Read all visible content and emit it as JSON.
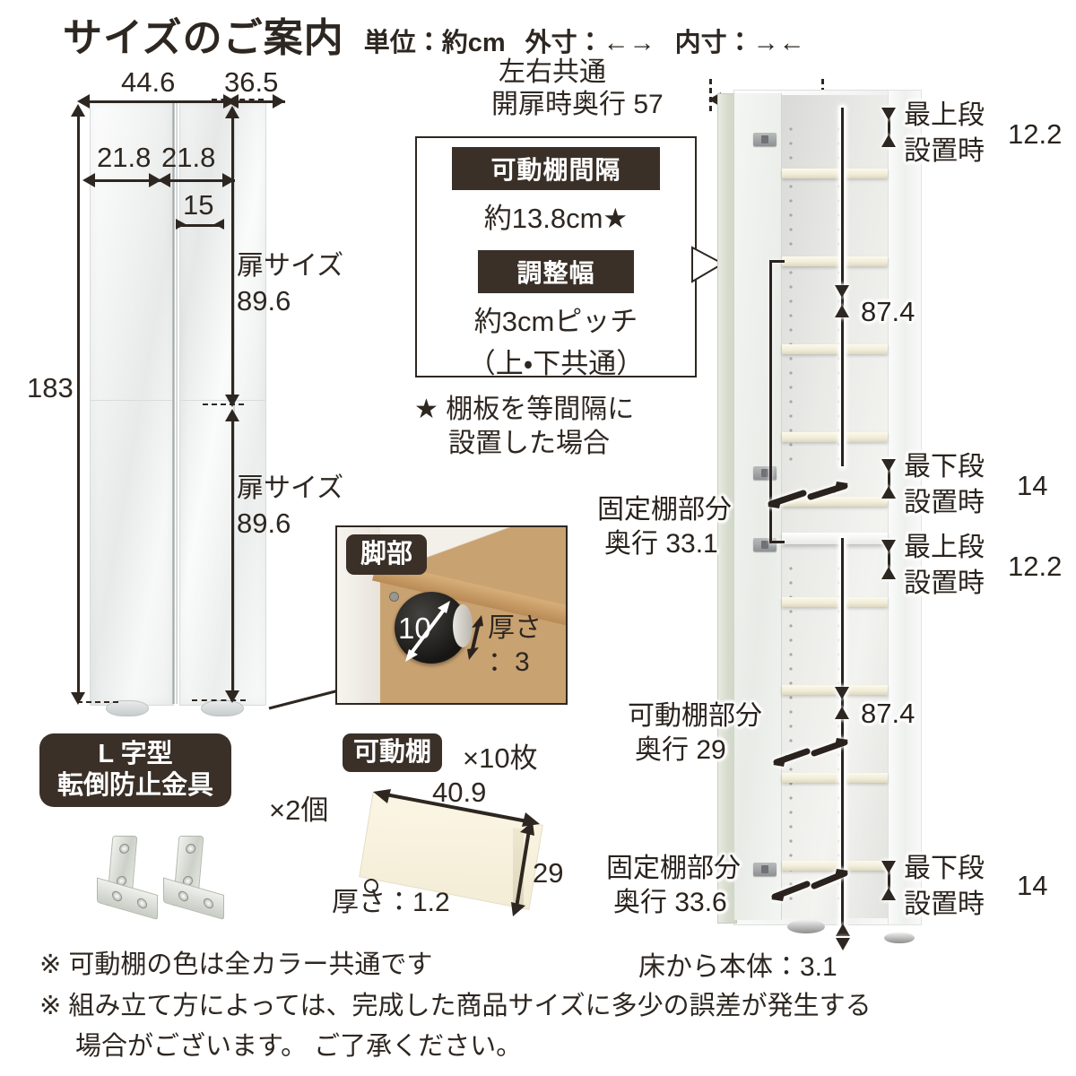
{
  "header": {
    "title": "サイズのご案内",
    "unit": "単位：約cm",
    "exterior": "外寸：←→",
    "interior": "内寸：→←"
  },
  "left_cabinet": {
    "width_outer": "44.6",
    "depth_outer": "36.5",
    "door_width_left": "21.8",
    "door_width_right": "21.8",
    "gap": "15",
    "total_height": "183",
    "door_label_top": "扉サイズ",
    "door_height_top": "89.6",
    "door_label_bottom": "扉サイズ",
    "door_height_bottom": "89.6"
  },
  "open_depth": {
    "line1": "左右共通",
    "line2": "開扉時奥行 57"
  },
  "info_box": {
    "shelf_pitch_badge": "可動棚間隔",
    "shelf_pitch_value": "約13.8cm★",
    "adjust_badge": "調整幅",
    "adjust_value_line1": "約3cmピッチ",
    "adjust_value_line2": "（上・下共通）"
  },
  "star_note": {
    "line1": "★ 棚板を等間隔に",
    "line2": "設置した場合"
  },
  "right_cabinet": {
    "upper_top_label_line1": "最上段",
    "upper_top_label_line2": "設置時",
    "upper_top_value": "12.2",
    "upper_span_value": "87.4",
    "upper_bottom_label_line1": "最下段",
    "upper_bottom_label_line2": "設置時",
    "upper_bottom_value": "14",
    "fixed_shelf_upper_line1": "固定棚部分",
    "fixed_shelf_upper_line2": "奥行 33.1",
    "lower_top_label_line1": "最上段",
    "lower_top_label_line2": "設置時",
    "lower_top_value": "12.2",
    "lower_span_value": "87.4",
    "movable_shelf_line1": "可動棚部分",
    "movable_shelf_line2": "奥行 29",
    "fixed_shelf_lower_line1": "固定棚部分",
    "fixed_shelf_lower_line2": "奥行 33.6",
    "lower_bottom_label_line1": "最下段",
    "lower_bottom_label_line2": "設置時",
    "lower_bottom_value": "14",
    "floor_clearance": "床から本体：3.1"
  },
  "leg_inset": {
    "badge": "脚部",
    "diameter": "10",
    "thickness_line1": "厚さ",
    "thickness_line2": "：3"
  },
  "bracket": {
    "badge_line1": "L 字型",
    "badge_line2": "転倒防止金具",
    "count": "×2個"
  },
  "shelf_part": {
    "badge": "可動棚",
    "count": "×10枚",
    "width": "40.9",
    "depth": "29",
    "thickness": "厚さ：1.2"
  },
  "notes": {
    "note1": "※ 可動棚の色は全カラー共通です",
    "note2": "※ 組み立て方によっては、完成した商品サイズに多少の誤差が発生する",
    "note3": "場合がございます。 ご了承ください。"
  },
  "colors": {
    "ink": "#2e2721",
    "badge_dark": "#3a3028",
    "shelf_cream": "#f3ecd6"
  }
}
